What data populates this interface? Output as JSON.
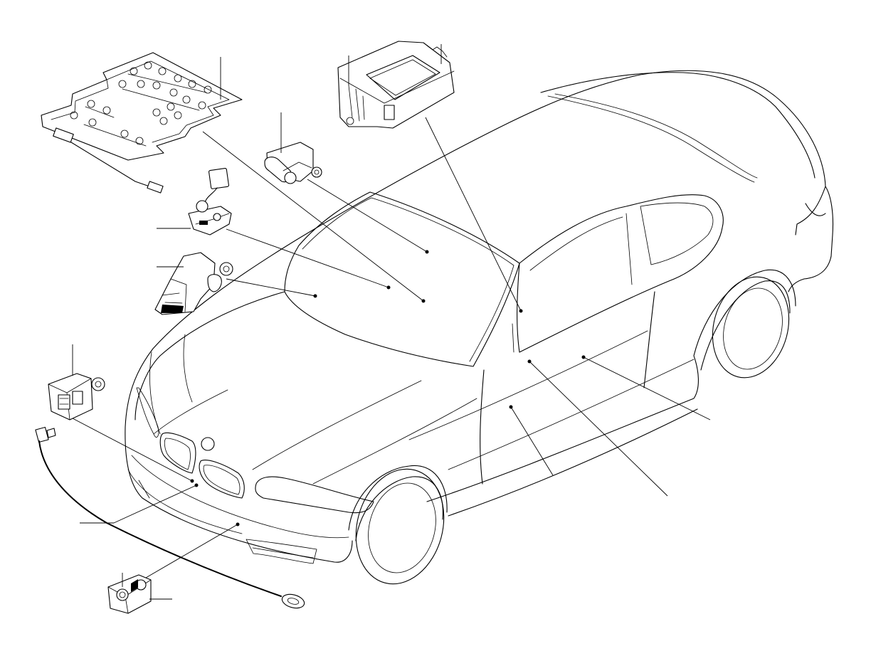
{
  "diagram": {
    "subject": "car-airbag-sensor-components",
    "line_color": "#000000",
    "background_color": "#ffffff",
    "parts": [
      {
        "id": "seat-occupancy-mat",
        "icon": "sensor-mat-icon"
      },
      {
        "id": "airbag-control-unit",
        "icon": "control-module-icon"
      },
      {
        "id": "side-impact-sensor-b-pillar",
        "icon": "sensor-icon"
      },
      {
        "id": "seat-belt-buckle-switch",
        "icon": "switch-icon"
      },
      {
        "id": "side-impact-sensor-door",
        "icon": "sensor-icon"
      },
      {
        "id": "front-crash-sensor-left",
        "icon": "sensor-icon"
      },
      {
        "id": "sensor-wiring-harness",
        "icon": "cable-icon"
      },
      {
        "id": "front-crash-sensor-right",
        "icon": "sensor-icon"
      }
    ]
  }
}
